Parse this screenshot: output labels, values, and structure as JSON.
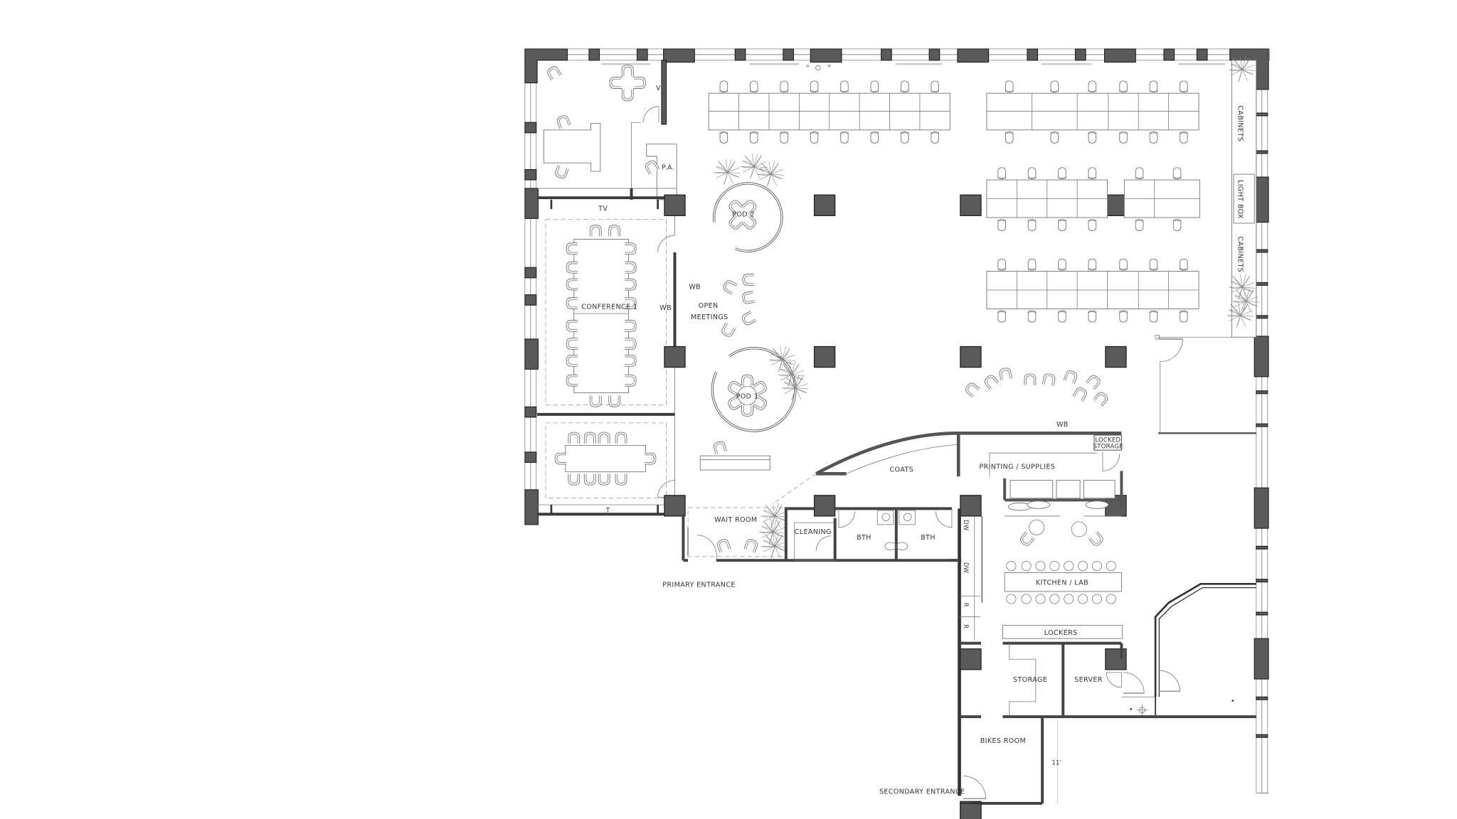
{
  "plan": {
    "type": "office-floor-plan",
    "rooms": [
      {
        "id": "conference-1",
        "label": "CONFERENCE 1"
      },
      {
        "id": "pa",
        "label": "P.A."
      },
      {
        "id": "pod-2",
        "label": "POD 2"
      },
      {
        "id": "pod-1",
        "label": "POD 1"
      },
      {
        "id": "open-meetings",
        "label_line1": "OPEN",
        "label_line2": "MEETINGS"
      },
      {
        "id": "wait-room",
        "label": "WAIT ROOM"
      },
      {
        "id": "cleaning",
        "label": "CLEANING"
      },
      {
        "id": "bth-1",
        "label": "BTH"
      },
      {
        "id": "bth-2",
        "label": "BTH"
      },
      {
        "id": "coats",
        "label": "COATS"
      },
      {
        "id": "printing",
        "label": "PRINTING / SUPPLIES"
      },
      {
        "id": "locked-storage",
        "label_line1": "LOCKED",
        "label_line2": "STORAGE"
      },
      {
        "id": "kitchen",
        "label": "KITCHEN / LAB"
      },
      {
        "id": "lockers",
        "label": "LOCKERS"
      },
      {
        "id": "storage",
        "label": "STORAGE"
      },
      {
        "id": "server",
        "label": "SERVER"
      },
      {
        "id": "bikes",
        "label": "BIKES ROOM"
      },
      {
        "id": "cabinets-1",
        "label": "CABINETS"
      },
      {
        "id": "light-box",
        "label": "LIGHT BOX"
      },
      {
        "id": "cabinets-2",
        "label": "CABINETS"
      }
    ],
    "annotations": {
      "tv_1": "TV",
      "tv_2": "T",
      "wb_conf": "WB",
      "wb_open": "WB",
      "wb_printing": "WB",
      "v_mark": "V",
      "dw_1": "DW",
      "dw_2": "DW",
      "r_1": "R",
      "r_2": "R",
      "dimension": "11'"
    },
    "entrances": {
      "primary": "PRIMARY ENTRANCE",
      "secondary": "SECONDARY ENTRANCE"
    },
    "colors": {
      "wall": "#5a5a5a",
      "wall_outline": "#1a1a1a",
      "furniture": "#777777",
      "background": "#ffffff"
    }
  }
}
